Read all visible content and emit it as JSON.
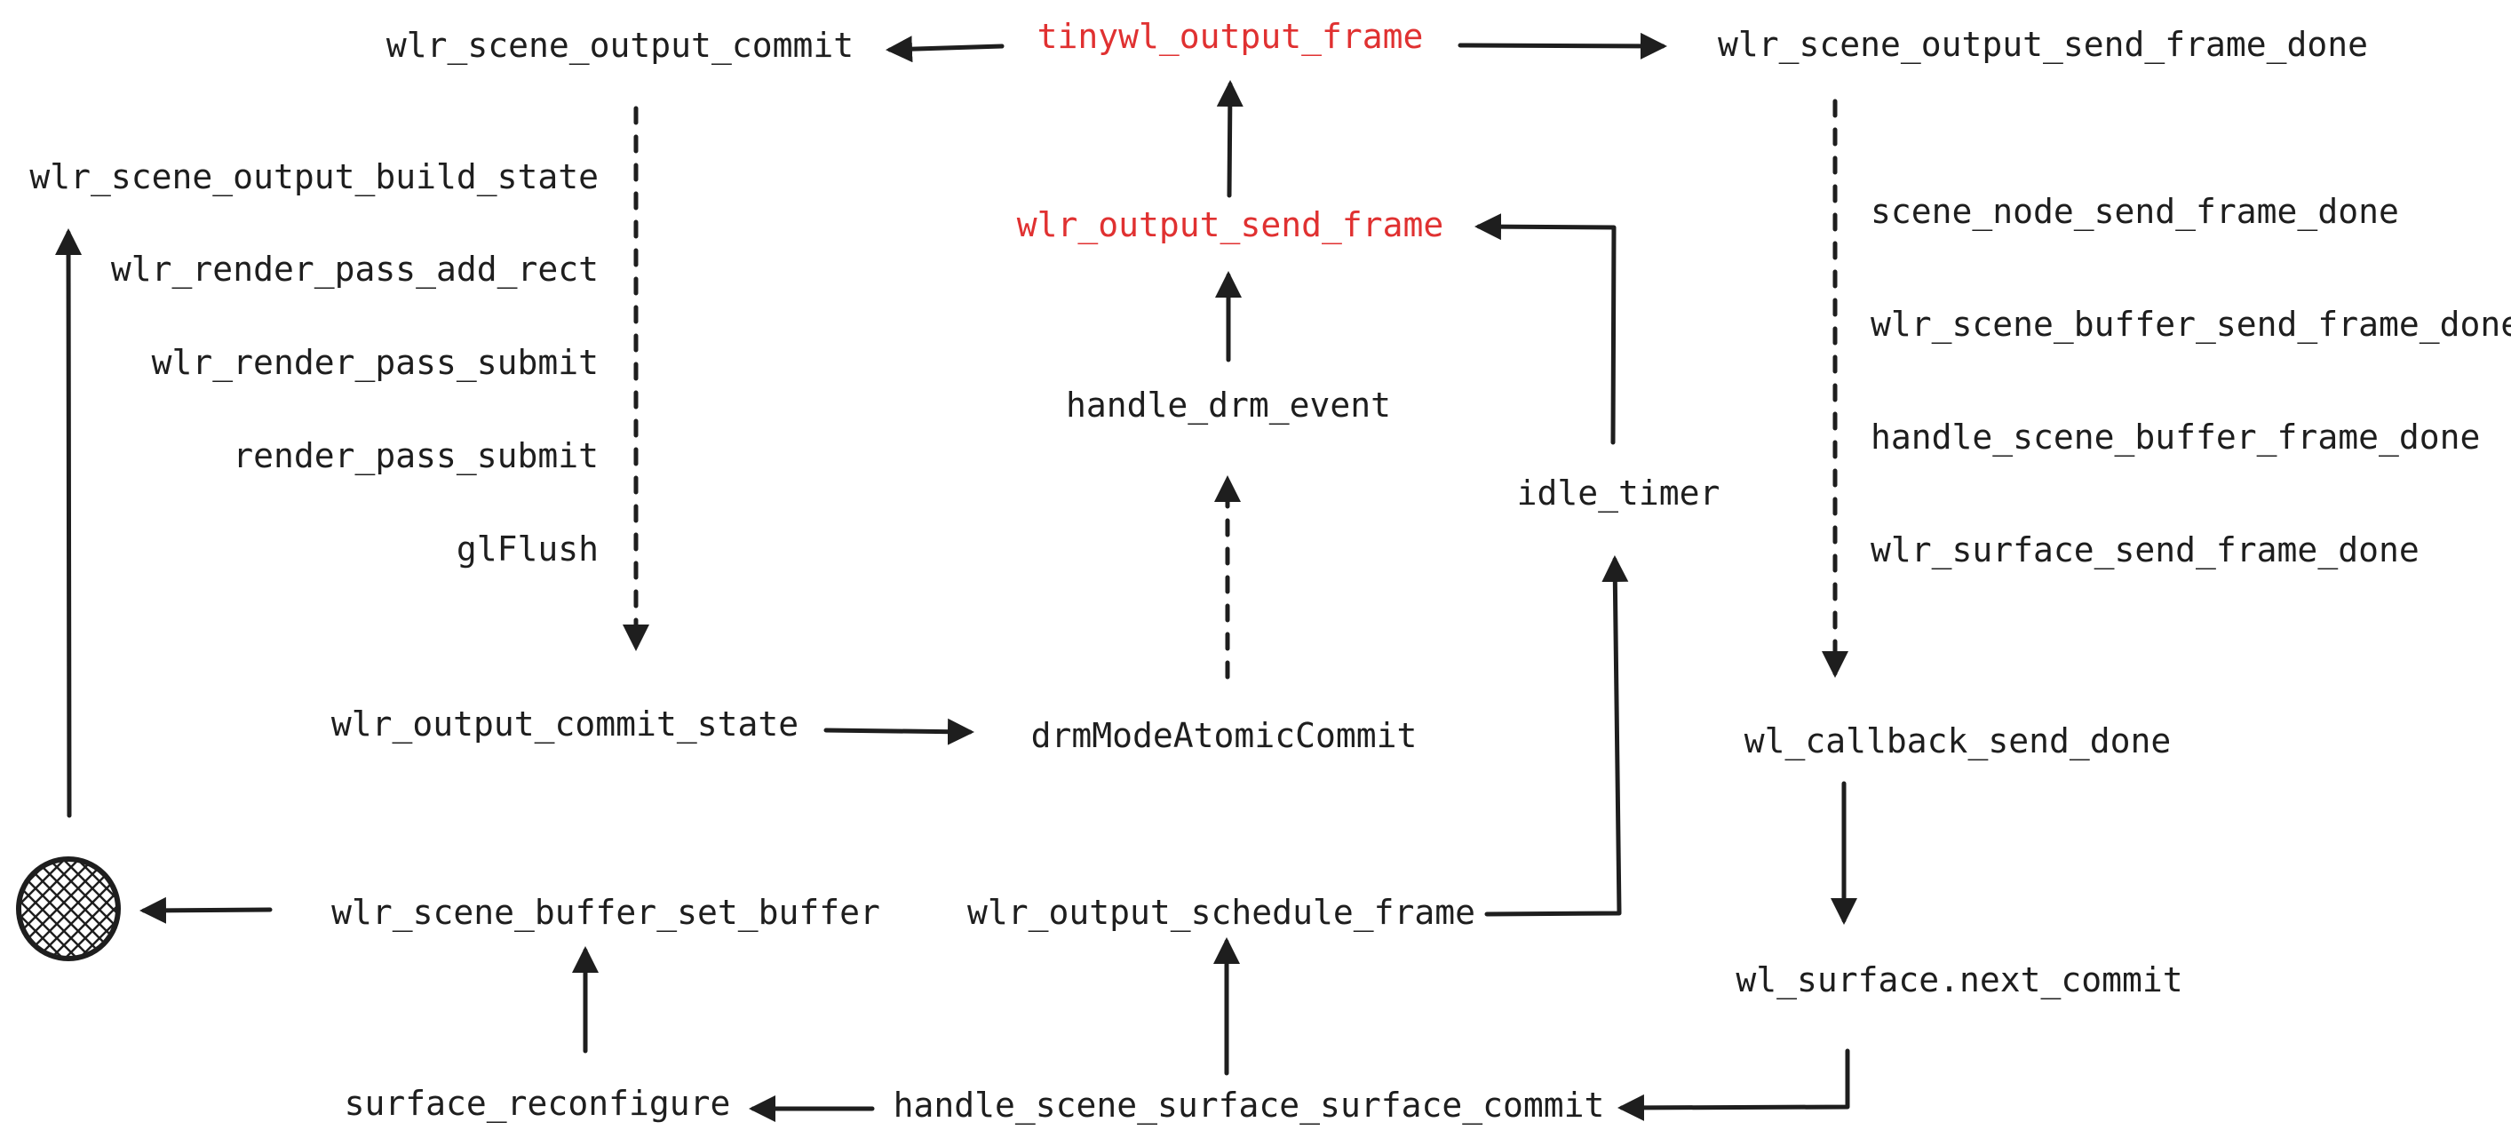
{
  "colors": {
    "text": "#1e1e1e",
    "highlight": "#e03131",
    "background": "#ffffff"
  },
  "nodes": {
    "tinywl_output_frame": "tinywl_output_frame",
    "wlr_scene_output_commit": "wlr_scene_output_commit",
    "wlr_scene_output_send_frame_done": "wlr_scene_output_send_frame_done",
    "wlr_output_send_frame": "wlr_output_send_frame",
    "handle_drm_event": "handle_drm_event",
    "idle_timer": "idle_timer",
    "drmModeAtomicCommit": "drmModeAtomicCommit",
    "wlr_output_commit_state": "wlr_output_commit_state",
    "wl_callback_send_done": "wl_callback_send_done",
    "wlr_scene_buffer_set_buffer": "wlr_scene_buffer_set_buffer",
    "wlr_output_schedule_frame": "wlr_output_schedule_frame",
    "wl_surface_next_commit": "wl_surface.next_commit",
    "surface_reconfigure": "surface_reconfigure",
    "handle_scene_surface_surface_commit": "handle_scene_surface_surface_commit"
  },
  "render_steps": [
    "wlr_scene_output_build_state",
    "wlr_render_pass_add_rect",
    "wlr_render_pass_submit",
    "render_pass_submit",
    "glFlush"
  ],
  "frame_done_steps": [
    "scene_node_send_frame_done",
    "wlr_scene_buffer_send_frame_done",
    "handle_scene_buffer_frame_done",
    "wlr_surface_send_frame_done"
  ],
  "loop_marker": "hatched-circle"
}
